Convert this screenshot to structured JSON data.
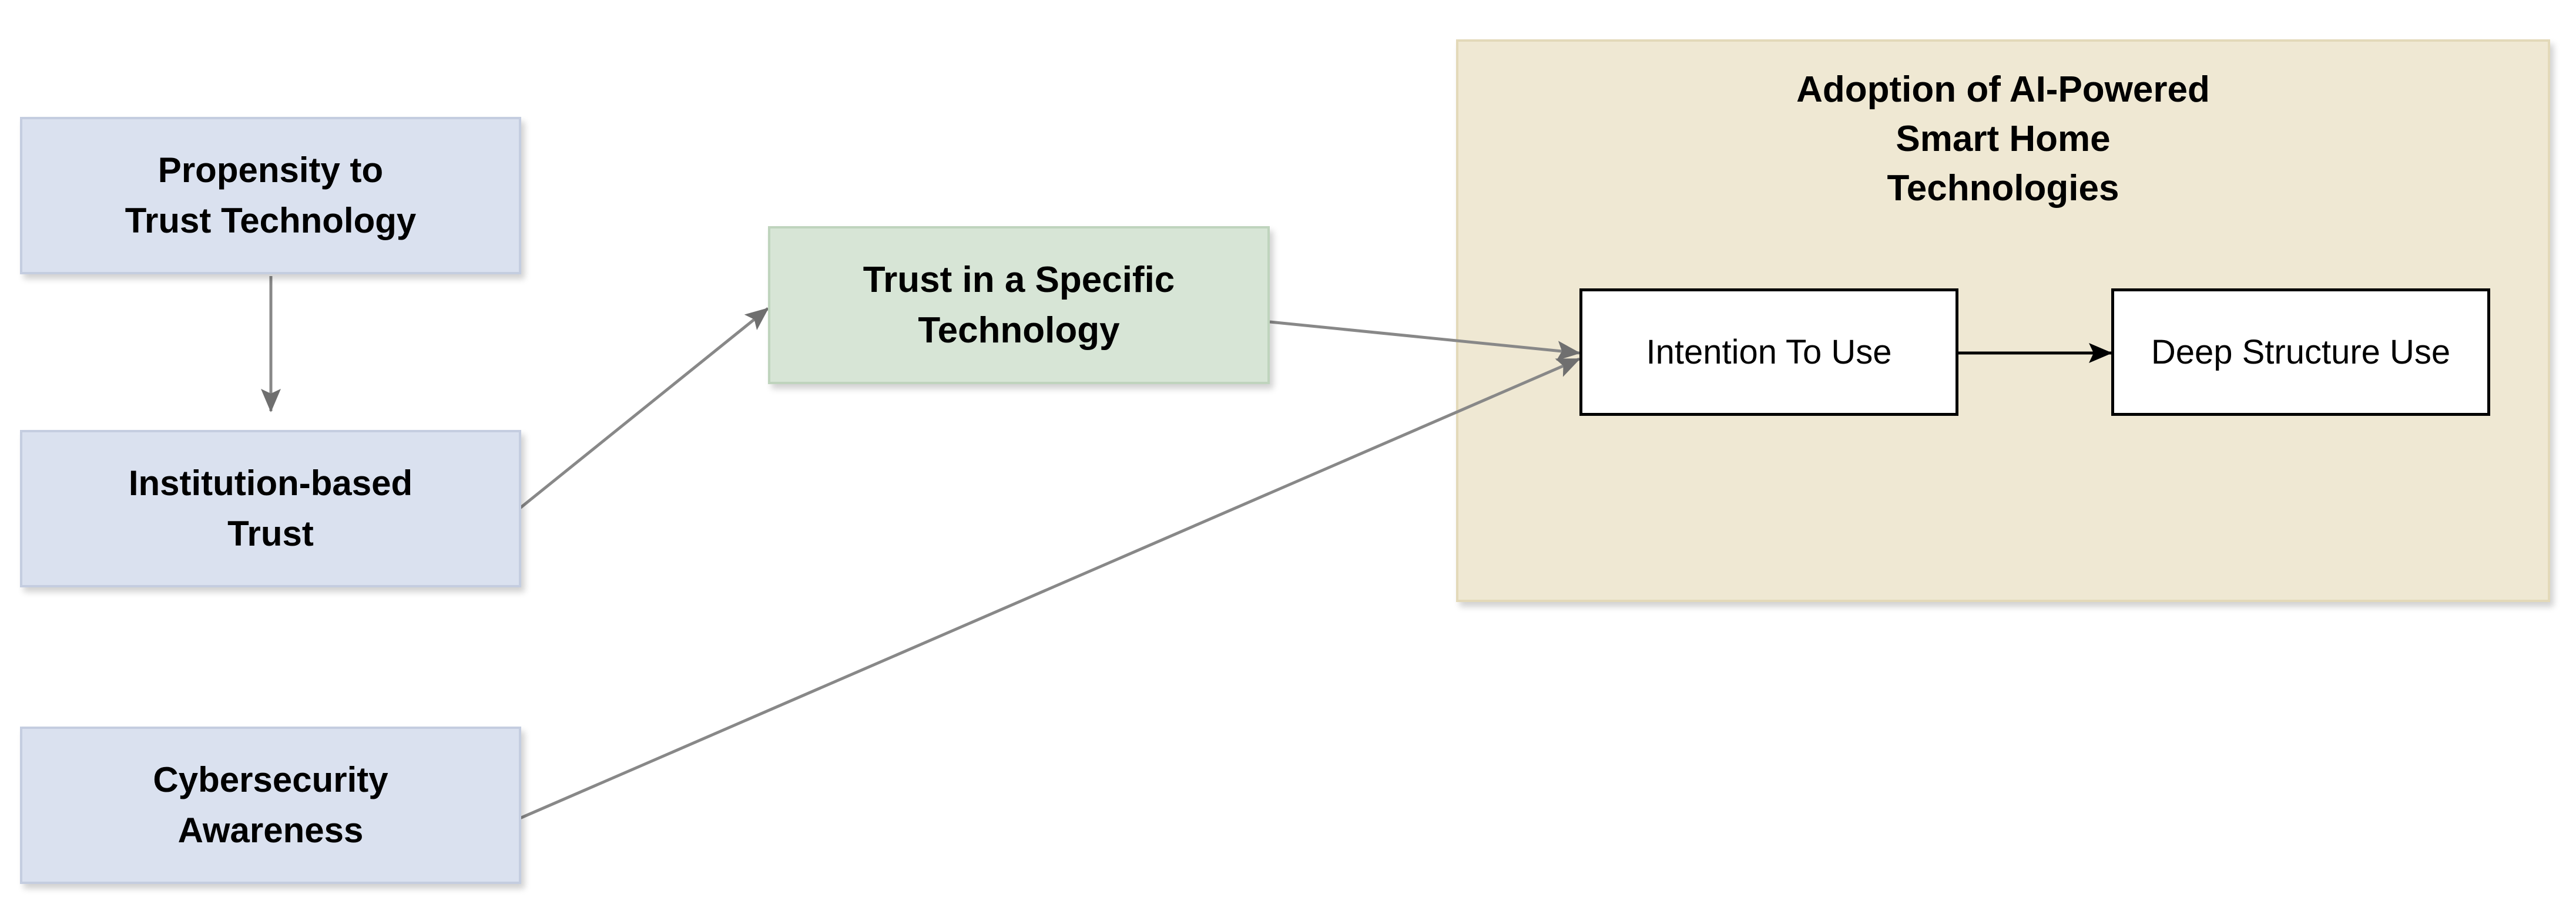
{
  "nodes": {
    "propensity": "Propensity to\nTrust Technology",
    "institution": "Institution-based\nTrust",
    "cyber": "Cybersecurity\nAwareness",
    "trust_specific": "Trust in a Specific\nTechnology",
    "adoption_group": "Adoption of AI-Powered\nSmart Home\nTechnologies",
    "intention": "Intention To Use",
    "deep_use": "Deep Structure Use"
  },
  "colors": {
    "blue_node": "#dae1ef",
    "green_node": "#d7e5d6",
    "container": "#efe8d3",
    "gray_arrow": "#888888",
    "black_arrow": "#000000"
  },
  "edges": [
    {
      "from": "propensity",
      "to": "institution"
    },
    {
      "from": "institution",
      "to": "trust_specific"
    },
    {
      "from": "trust_specific",
      "to": "intention"
    },
    {
      "from": "cyber",
      "to": "intention"
    },
    {
      "from": "intention",
      "to": "deep_use"
    }
  ]
}
